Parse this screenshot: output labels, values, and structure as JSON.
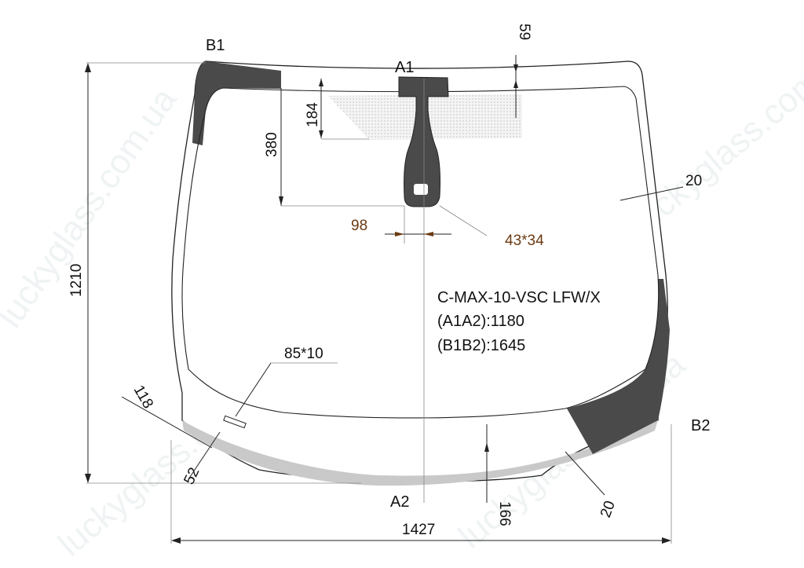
{
  "watermark": "luckyglass.com.ua",
  "points": {
    "b1": "B1",
    "a1": "A1",
    "a2": "A2",
    "b2": "B2"
  },
  "dimensions": {
    "top_band": "59",
    "sensor_height": "184",
    "mirror_height": "380",
    "side_band": "20",
    "mirror_width": "98",
    "sensor_window": "43*34",
    "total_height": "1210",
    "vin_window": "85*10",
    "left_edge": "118",
    "bottom_left": "52",
    "bottom_band": "166",
    "bottom_right": "20",
    "total_width": "1427"
  },
  "info": {
    "model": "C-MAX-10-VSC LFW/X",
    "a1a2": "(A1A2):1180",
    "b1b2": "(B1B2):1645"
  },
  "colors": {
    "dark": "#4a4a4a",
    "band": "#c9c9c9",
    "line": "#222222",
    "brown": "#6b3a12"
  }
}
